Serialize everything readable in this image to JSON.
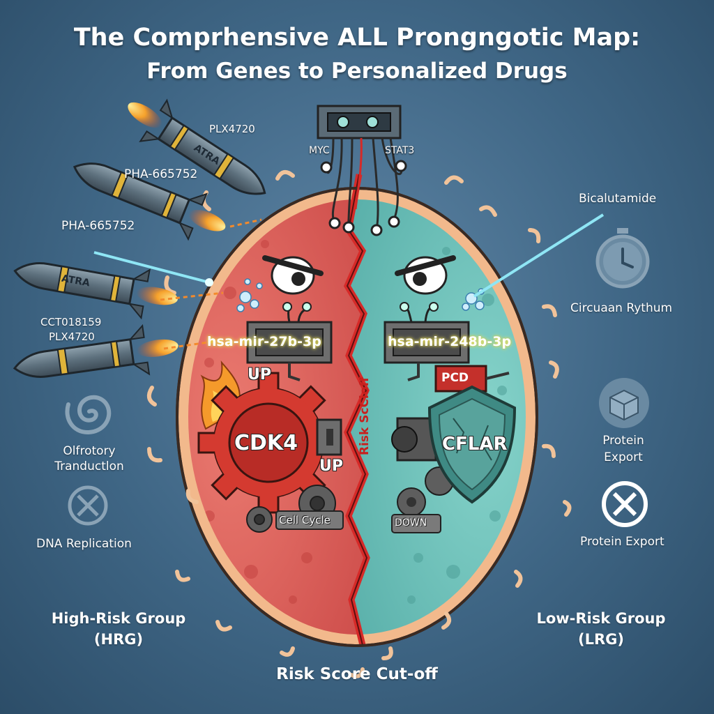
{
  "title": {
    "line1": "The Comprhensive ALL Prongngotic Map:",
    "line2": "From Genes to Personalized Drugs"
  },
  "genes_top": {
    "left": "MYC",
    "right": "STAT3"
  },
  "drugs": {
    "missile1_label": "PLX4720",
    "missile1_band": "ATRA",
    "missile2_label": "PHA-665752",
    "missile3_label": "PHA-665752",
    "missile4_band": "ATRA",
    "missile5_label_line1": "CCT018159",
    "missile5_label_line2": "PLX4720",
    "right_drug": "Bicalutamide"
  },
  "high_risk": {
    "mirna": "hsa-mir-27b-3p",
    "mirna_status": "UP",
    "gene": "CDK4",
    "gene_status": "UP",
    "pathway": "Cell Cycle",
    "group_line1": "High-Risk Group",
    "group_line2": "(HRG)"
  },
  "low_risk": {
    "mirna": "hsa-mir-248b-3p",
    "tag": "PCD",
    "gene": "CFLAR",
    "gene_status": "DOWN",
    "group_line1": "Low-Risk Group",
    "group_line2": "(LRG)"
  },
  "divider_label": "Risk ScCioff",
  "left_pathways": [
    {
      "icon": "spiral-icon",
      "line1": "Olfrotory",
      "line2": "Tranductlon"
    },
    {
      "icon": "x-circle-icon",
      "line1": "DNA Replication"
    }
  ],
  "right_pathways": [
    {
      "icon": "clock-icon",
      "line1": "Circuaan Rythum"
    },
    {
      "icon": "box-icon",
      "line1": "Protein",
      "line2": "Export"
    },
    {
      "icon": "x-circle-icon",
      "line1": "Protein Export"
    }
  ],
  "footer": "Risk Score Cut-off",
  "colors": {
    "background": "#4a7090",
    "high_risk": "#e0605e",
    "low_risk": "#6fc3bd",
    "membrane": "#f2b98c",
    "divider": "#d62a28",
    "gear": "#d43a30",
    "shield": "#3f8a84"
  }
}
